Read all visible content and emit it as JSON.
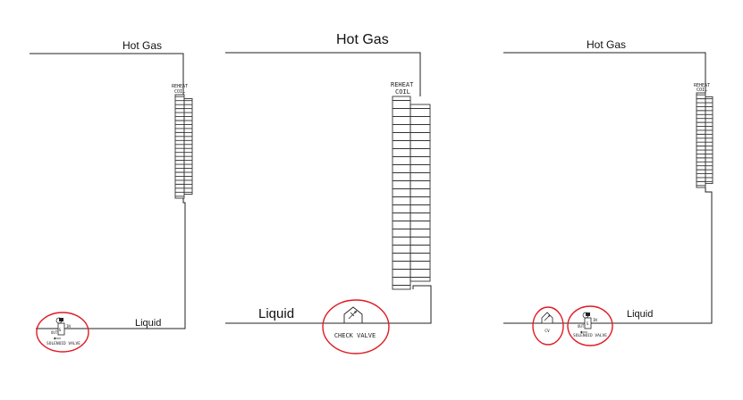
{
  "colors": {
    "line": "#222222",
    "highlight": "#e01b24",
    "background": "#ffffff"
  },
  "diagrams": [
    {
      "labels": {
        "hot_gas": "Hot Gas",
        "liquid": "Liquid",
        "coil_line1": "REHEAT",
        "coil_line2": "COIL"
      },
      "valves": [
        {
          "icon": "solenoid-valve-icon",
          "label": "SOLENOID VALVE",
          "port_in": "IN",
          "port_out": "OUT",
          "symbol": "S"
        }
      ]
    },
    {
      "labels": {
        "hot_gas": "Hot Gas",
        "liquid": "Liquid",
        "coil_line1": "REHEAT",
        "coil_line2": "COIL"
      },
      "valves": [
        {
          "icon": "check-valve-icon",
          "label": "CHECK VALVE"
        }
      ]
    },
    {
      "labels": {
        "hot_gas": "Hot Gas",
        "liquid": "Liquid",
        "coil_line1": "REHEAT",
        "coil_line2": "COIL"
      },
      "valves": [
        {
          "icon": "check-valve-icon",
          "label": "CV"
        },
        {
          "icon": "solenoid-valve-icon",
          "label": "SOLENOID VALVE",
          "port_in": "IN",
          "port_out": "OUT",
          "symbol": "S"
        }
      ]
    }
  ]
}
